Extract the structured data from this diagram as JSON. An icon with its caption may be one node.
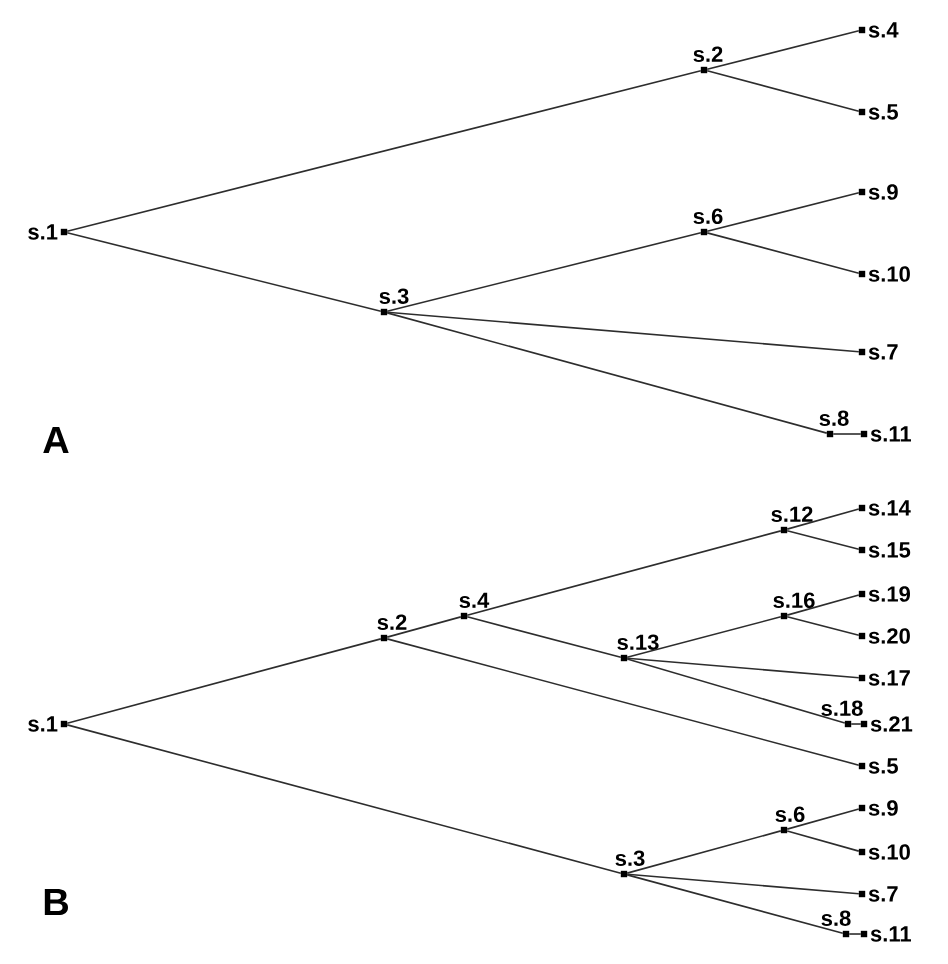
{
  "diagram": {
    "nodes": [
      {
        "text": [
          "s.1"
        ]
      },
      {
        "text": [
          "s.2"
        ]
      },
      {
        "text": [
          "s.3"
        ]
      },
      {
        "text": [
          "s.4"
        ]
      },
      {
        "text": [
          "s.5"
        ]
      },
      {
        "text": [
          "s.6"
        ]
      },
      {
        "text": [
          "s.7"
        ]
      },
      {
        "text": [
          "s.8"
        ]
      },
      {
        "text": [
          "s.9"
        ]
      },
      {
        "text": [
          "s.10"
        ]
      },
      {
        "text": [
          "s.11"
        ]
      },
      {
        "text": [
          "s.1"
        ]
      },
      {
        "text": [
          "s.2"
        ]
      },
      {
        "text": [
          "s.3"
        ]
      },
      {
        "text": [
          "s.4"
        ]
      },
      {
        "text": [
          "s.5"
        ]
      },
      {
        "text": [
          "s.6"
        ]
      },
      {
        "text": [
          "s.7"
        ]
      },
      {
        "text": [
          "s.8"
        ]
      },
      {
        "text": [
          "s.9"
        ]
      },
      {
        "text": [
          "s.10"
        ]
      },
      {
        "text": [
          "s.11"
        ]
      },
      {
        "text": [
          "s.12"
        ]
      },
      {
        "text": [
          "s.13"
        ]
      },
      {
        "text": [
          "s.14"
        ]
      },
      {
        "text": [
          "s.15"
        ]
      },
      {
        "text": [
          "s.16"
        ]
      },
      {
        "text": [
          "s.17"
        ]
      },
      {
        "text": [
          "s.18"
        ]
      },
      {
        "text": [
          "s.19"
        ]
      },
      {
        "text": [
          "s.20"
        ]
      },
      {
        "text": [
          "s.21"
        ]
      }
    ],
    "edges": [
      {
        "from": 0,
        "to": 1,
        "arrow": "none"
      },
      {
        "from": 0,
        "to": 2,
        "arrow": "none"
      },
      {
        "from": 1,
        "to": 3,
        "arrow": "none"
      },
      {
        "from": 1,
        "to": 4,
        "arrow": "none"
      },
      {
        "from": 2,
        "to": 5,
        "arrow": "none"
      },
      {
        "from": 5,
        "to": 8,
        "arrow": "none"
      },
      {
        "from": 5,
        "to": 9,
        "arrow": "none"
      },
      {
        "from": 2,
        "to": 6,
        "arrow": "none"
      },
      {
        "from": 2,
        "to": 7,
        "arrow": "none"
      },
      {
        "from": 7,
        "to": 10,
        "arrow": "none"
      },
      {
        "from": 11,
        "to": 12,
        "arrow": "none"
      },
      {
        "from": 11,
        "to": 13,
        "arrow": "none"
      },
      {
        "from": 12,
        "to": 14,
        "arrow": "none"
      },
      {
        "from": 12,
        "to": 15,
        "arrow": "none"
      },
      {
        "from": 14,
        "to": 22,
        "arrow": "none"
      },
      {
        "from": 14,
        "to": 23,
        "arrow": "none"
      },
      {
        "from": 22,
        "to": 24,
        "arrow": "none"
      },
      {
        "from": 22,
        "to": 25,
        "arrow": "none"
      },
      {
        "from": 23,
        "to": 26,
        "arrow": "none"
      },
      {
        "from": 23,
        "to": 27,
        "arrow": "none"
      },
      {
        "from": 23,
        "to": 28,
        "arrow": "none"
      },
      {
        "from": 26,
        "to": 29,
        "arrow": "none"
      },
      {
        "from": 26,
        "to": 30,
        "arrow": "none"
      },
      {
        "from": 28,
        "to": 31,
        "arrow": "none"
      },
      {
        "from": 13,
        "to": 16,
        "arrow": "none"
      },
      {
        "from": 13,
        "to": 17,
        "arrow": "none"
      },
      {
        "from": 13,
        "to": 18,
        "arrow": "none"
      },
      {
        "from": 16,
        "to": 19,
        "arrow": "none"
      },
      {
        "from": 16,
        "to": 20,
        "arrow": "none"
      },
      {
        "from": 18,
        "to": 21,
        "arrow": "none"
      }
    ],
    "labels": [
      "A",
      "B"
    ]
  }
}
